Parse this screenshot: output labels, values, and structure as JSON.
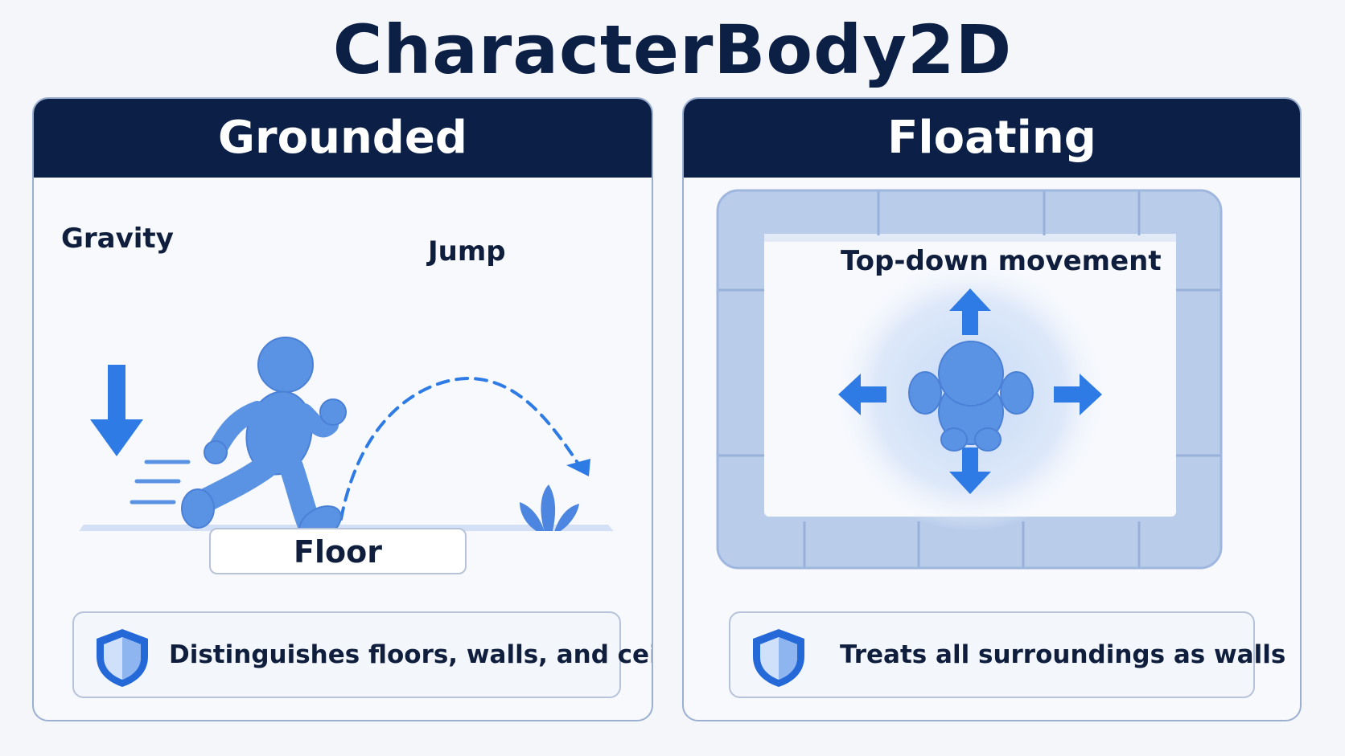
{
  "title": "CharacterBody2D",
  "grounded": {
    "header": "Grounded",
    "gravity_label": "Gravity",
    "jump_label": "Jump",
    "floor_label": "Floor",
    "note": "Distinguishes floors, walls, and ceilings",
    "note_icon": "shield-icon"
  },
  "floating": {
    "header": "Floating",
    "movement_label": "Top-down movement",
    "note": "Treats all surroundings as walls",
    "note_icon": "shield-icon"
  },
  "colors": {
    "navy": "#0b1f47",
    "accent_blue": "#2f7be6",
    "figure_blue": "#5b93e4",
    "wall_blue": "#b9cdeb",
    "panel_border": "#9bb0d1"
  }
}
